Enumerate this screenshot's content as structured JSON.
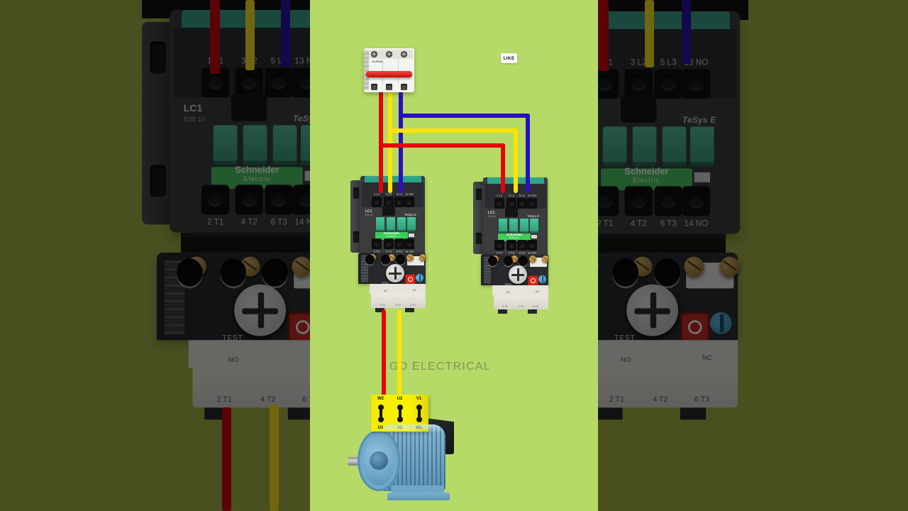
{
  "overlay": {
    "like_label": "LIKE",
    "watermark": "GD ELECTRICAL"
  },
  "breaker": {
    "brand": "CLIPSAL"
  },
  "contactor": {
    "model": "LC1",
    "model_sub": "E09 10",
    "series": "TeSys E",
    "brand_line1": "Schneider",
    "brand_line2": "Electric",
    "top_terminals": [
      "1 L1",
      "3 L2",
      "5 L3",
      "13 NO"
    ],
    "bottom_terminals": [
      "2 T1",
      "4 T2",
      "6 T3",
      "14 NO"
    ]
  },
  "overload_relay": {
    "test_label": "TEST",
    "no_label": "NO",
    "nc_label": "NC",
    "bottom_terminals": [
      "2 T1",
      "4 T2",
      "6 T3"
    ]
  },
  "motor_terminal_box": {
    "top_row": [
      "W2",
      "U2",
      "V1"
    ],
    "bottom_row": [
      "U1",
      "V1",
      "W1"
    ]
  },
  "wires": {
    "phase_colors": [
      "#e60008",
      "#ffe400",
      "#2a10bf"
    ]
  },
  "palette": {
    "panel_bg": "#b5da67",
    "side_bg": "#4a4f20",
    "schneider_green": "#3dcd58",
    "button_green": "#36b28c",
    "breaker_handle_red": "#d81b12",
    "motor_blue": "#6ea6c6",
    "terminal_box_yellow": "#f5ec05"
  }
}
